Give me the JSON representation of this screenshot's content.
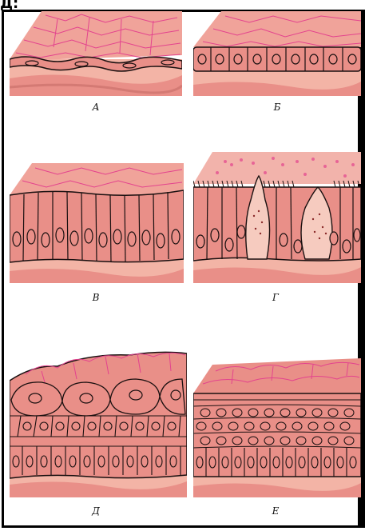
{
  "header_fragment": "Д:",
  "panels": [
    {
      "id": "a",
      "caption": "А",
      "type": "simple-squamous"
    },
    {
      "id": "b",
      "caption": "Б",
      "type": "simple-cuboidal"
    },
    {
      "id": "v",
      "caption": "В",
      "type": "simple-columnar"
    },
    {
      "id": "g",
      "caption": "Г",
      "type": "ciliated-columnar-goblet"
    },
    {
      "id": "d",
      "caption": "Д",
      "type": "transitional"
    },
    {
      "id": "e",
      "caption": "Е",
      "type": "stratified"
    }
  ],
  "colors": {
    "tissue": "#e98f88",
    "tissue_light": "#f3b4a6",
    "surface_line": "#e3438e",
    "outline": "#1a1010",
    "frame": "#000000"
  }
}
